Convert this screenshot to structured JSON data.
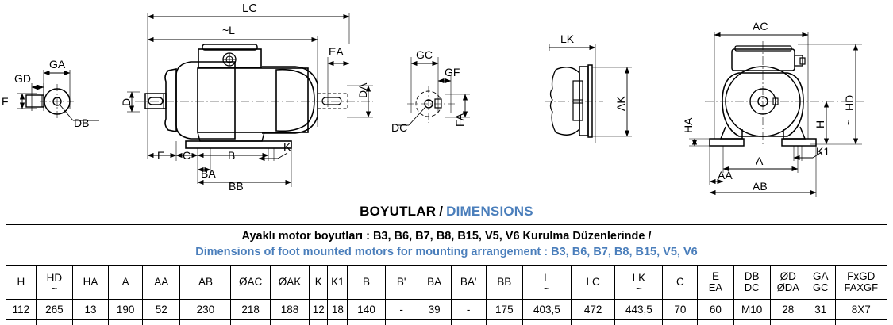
{
  "title": {
    "turkish": "BOYUTLAR",
    "separator": "/",
    "english": "DIMENSIONS",
    "english_color": "#4a7ebb"
  },
  "table": {
    "caption": {
      "turkish": "Ayaklı motor boyutları : B3, B6, B7, B8, B15, V5, V6 Kurulma Düzenlerinde /",
      "english": "Dimensions of foot mounted motors for mounting arrangement : B3, B6, B7, B8, B15, V5, V6"
    },
    "columns": [
      {
        "line1": "H",
        "line2": "",
        "tilde": false
      },
      {
        "line1": "HD",
        "line2": "",
        "tilde": true
      },
      {
        "line1": "HA",
        "line2": "",
        "tilde": false
      },
      {
        "line1": "A",
        "line2": "",
        "tilde": false
      },
      {
        "line1": "AA",
        "line2": "",
        "tilde": false
      },
      {
        "line1": "AB",
        "line2": "",
        "tilde": false
      },
      {
        "line1": "ØAC",
        "line2": "",
        "tilde": false
      },
      {
        "line1": "ØAK",
        "line2": "",
        "tilde": false
      },
      {
        "line1": "K",
        "line2": "",
        "tilde": false
      },
      {
        "line1": "K1",
        "line2": "",
        "tilde": false
      },
      {
        "line1": "B",
        "line2": "",
        "tilde": false
      },
      {
        "line1": "B'",
        "line2": "",
        "tilde": false
      },
      {
        "line1": "BA",
        "line2": "",
        "tilde": false
      },
      {
        "line1": "BA'",
        "line2": "",
        "tilde": false
      },
      {
        "line1": "BB",
        "line2": "",
        "tilde": false
      },
      {
        "line1": "L",
        "line2": "",
        "tilde": true
      },
      {
        "line1": "LC",
        "line2": "",
        "tilde": false
      },
      {
        "line1": "LK",
        "line2": "",
        "tilde": true
      },
      {
        "line1": "C",
        "line2": "",
        "tilde": false
      },
      {
        "line1": "E",
        "line2": "EA",
        "tilde": false
      },
      {
        "line1": "DB",
        "line2": "DC",
        "tilde": false
      },
      {
        "line1": "ØD",
        "line2": "ØDA",
        "tilde": false
      },
      {
        "line1": "GA",
        "line2": "GC",
        "tilde": false
      },
      {
        "line1": "FxGD",
        "line2": "FAXGF",
        "tilde": false
      }
    ],
    "rows": [
      [
        "112",
        "265",
        "13",
        "190",
        "52",
        "230",
        "218",
        "188",
        "12",
        "18",
        "140",
        "-",
        "39",
        "-",
        "175",
        "403,5",
        "472",
        "443,5",
        "70",
        "60",
        "M10",
        "28",
        "31",
        "8X7"
      ]
    ]
  },
  "drawings": {
    "shaft_detail": {
      "labels": [
        "GA",
        "GD",
        "F",
        "DB"
      ]
    },
    "side_view": {
      "labels": [
        "LC",
        "~L",
        "EA",
        "DA",
        "D",
        "E",
        "C",
        "B",
        "K",
        "BA",
        "BB"
      ]
    },
    "flange_detail": {
      "labels": [
        "GC",
        "GF",
        "FA",
        "DC"
      ]
    },
    "fan_cover": {
      "labels": [
        "LK",
        "AK"
      ]
    },
    "front_view": {
      "labels": [
        "AC",
        "HD",
        "H",
        "HA",
        "AA",
        "AB",
        "A",
        "K1"
      ]
    }
  }
}
